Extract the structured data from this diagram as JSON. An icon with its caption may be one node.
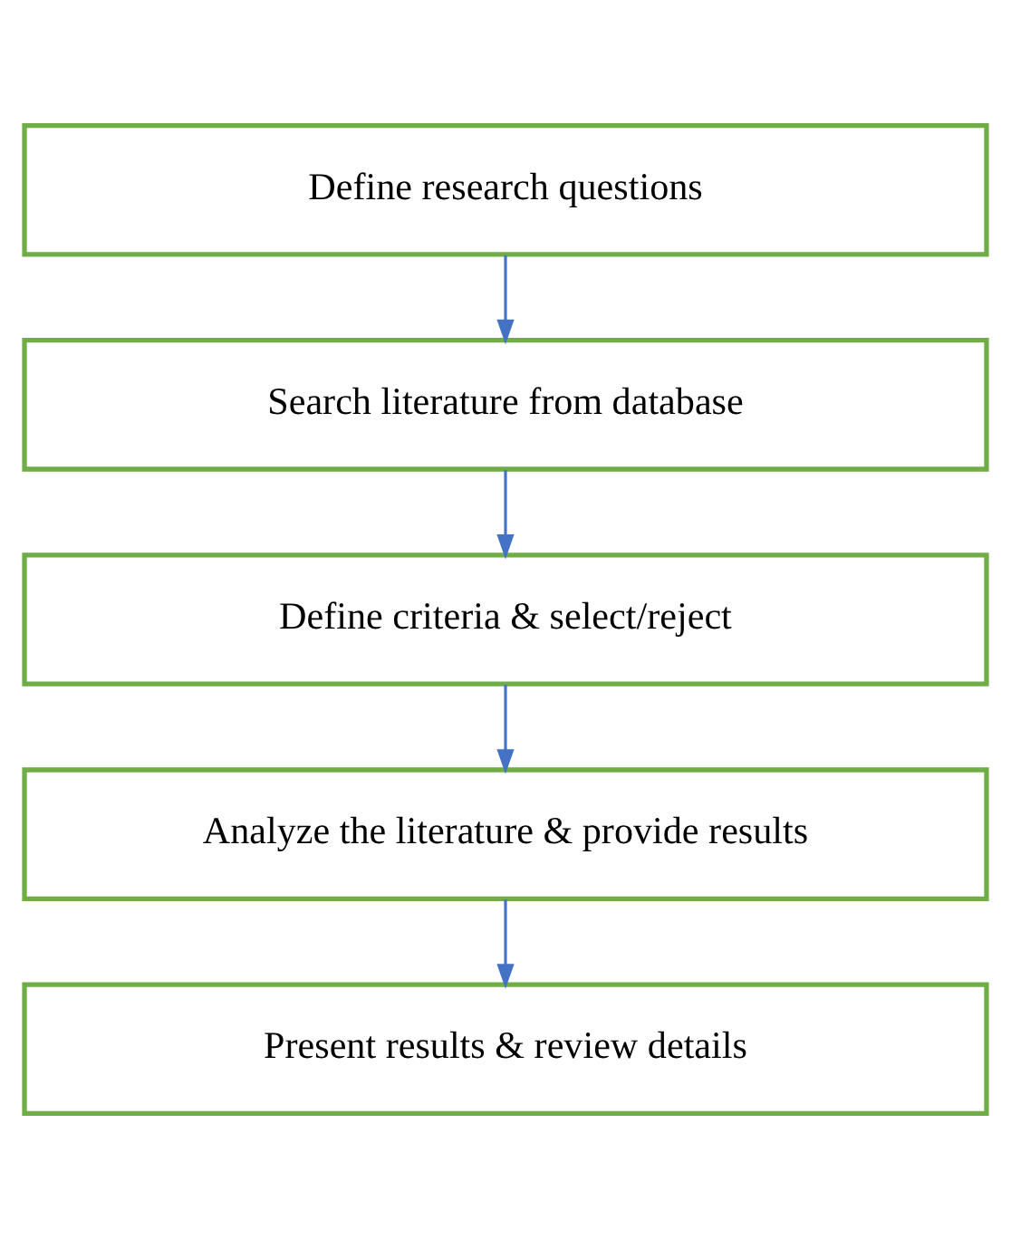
{
  "diagram": {
    "nodes": [
      {
        "text": [
          "Define research questions"
        ]
      },
      {
        "text": [
          "Search literature from database"
        ]
      },
      {
        "text": [
          "Define criteria & select/reject"
        ]
      },
      {
        "text": [
          "Analyze the literature & provide results"
        ]
      },
      {
        "text": [
          "Present results & review details"
        ]
      }
    ],
    "edges": [
      {
        "from": 0,
        "to": 1,
        "arrow": "to"
      },
      {
        "from": 1,
        "to": 2,
        "arrow": "to"
      },
      {
        "from": 2,
        "to": 3,
        "arrow": "to"
      },
      {
        "from": 3,
        "to": 4,
        "arrow": "to"
      }
    ]
  }
}
